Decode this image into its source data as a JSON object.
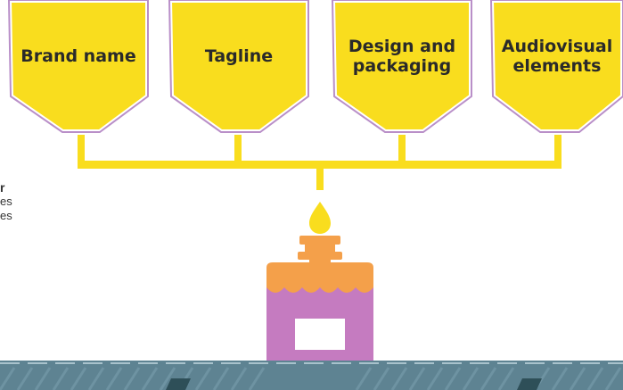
{
  "hoppers": [
    {
      "label_line1": "Brand name",
      "label_line2": ""
    },
    {
      "label_line1": "Tagline",
      "label_line2": ""
    },
    {
      "label_line1": "Design and",
      "label_line2": "packaging"
    },
    {
      "label_line1": "Audiovisual",
      "label_line2": "elements"
    }
  ],
  "side_text": {
    "line1": "r",
    "line2": "es",
    "line3": "es"
  },
  "colors": {
    "hopper_fill": "#F9DD1E",
    "hopper_outline": "#B98FC8",
    "bottle_cap": "#F4A04A",
    "bottle_body": "#C57BC0",
    "belt": "#5E8392",
    "belt_dark": "#2E4F58"
  }
}
